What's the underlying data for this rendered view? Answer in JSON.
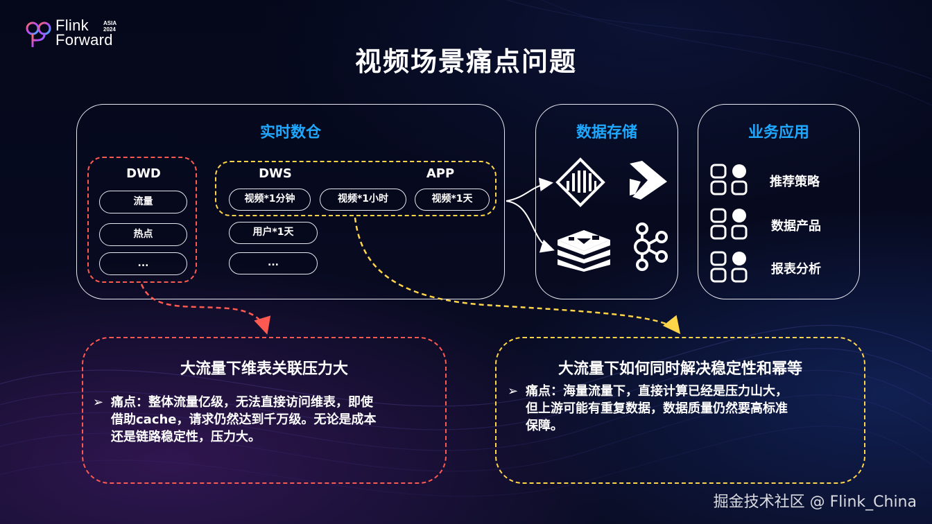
{
  "header": {
    "logo_line1": "Flink",
    "logo_line2": "Forward",
    "logo_tag_line1": "ASIA",
    "logo_tag_line2": "2024",
    "title": "视频场景痛点问题"
  },
  "realtime_dw": {
    "title": "实时数仓",
    "dwd": {
      "label": "DWD",
      "items": [
        "流量",
        "热点",
        "..."
      ]
    },
    "dws": {
      "label": "DWS",
      "items": [
        "视频*1分钟",
        "视频*1小时",
        "用户*1天",
        "..."
      ]
    },
    "app": {
      "label": "APP",
      "items": [
        "视频*1天"
      ]
    }
  },
  "storage": {
    "title": "数据存储",
    "icons": [
      "hologres-icon",
      "flag-logo-icon",
      "redis-icon",
      "kafka-icon"
    ]
  },
  "business": {
    "title": "业务应用",
    "items": [
      "推荐策略",
      "数据产品",
      "报表分析"
    ]
  },
  "pain_left": {
    "title": "大流量下维表关联压力大",
    "arrow": "➢",
    "lines": [
      "痛点：整体流量亿级，无法直接访问维表，即使",
      "借助cache，请求仍然达到千万级。无论是成本",
      "还是链路稳定性，压力大。"
    ]
  },
  "pain_right": {
    "title": "大流量下如何同时解决稳定性和幂等",
    "arrow": "➢",
    "lines": [
      "痛点：海量流量下，直接计算已经是压力山大，",
      "但上游可能有重复数据，数据质量仍然要高标准",
      "保障。"
    ]
  },
  "watermark": "掘金技术社区 @ Flink_China",
  "colors": {
    "accent_blue": "#1fa8ff",
    "dash_red": "#ff5a52",
    "dash_yellow": "#ffd54a",
    "background": "#070a1c"
  }
}
